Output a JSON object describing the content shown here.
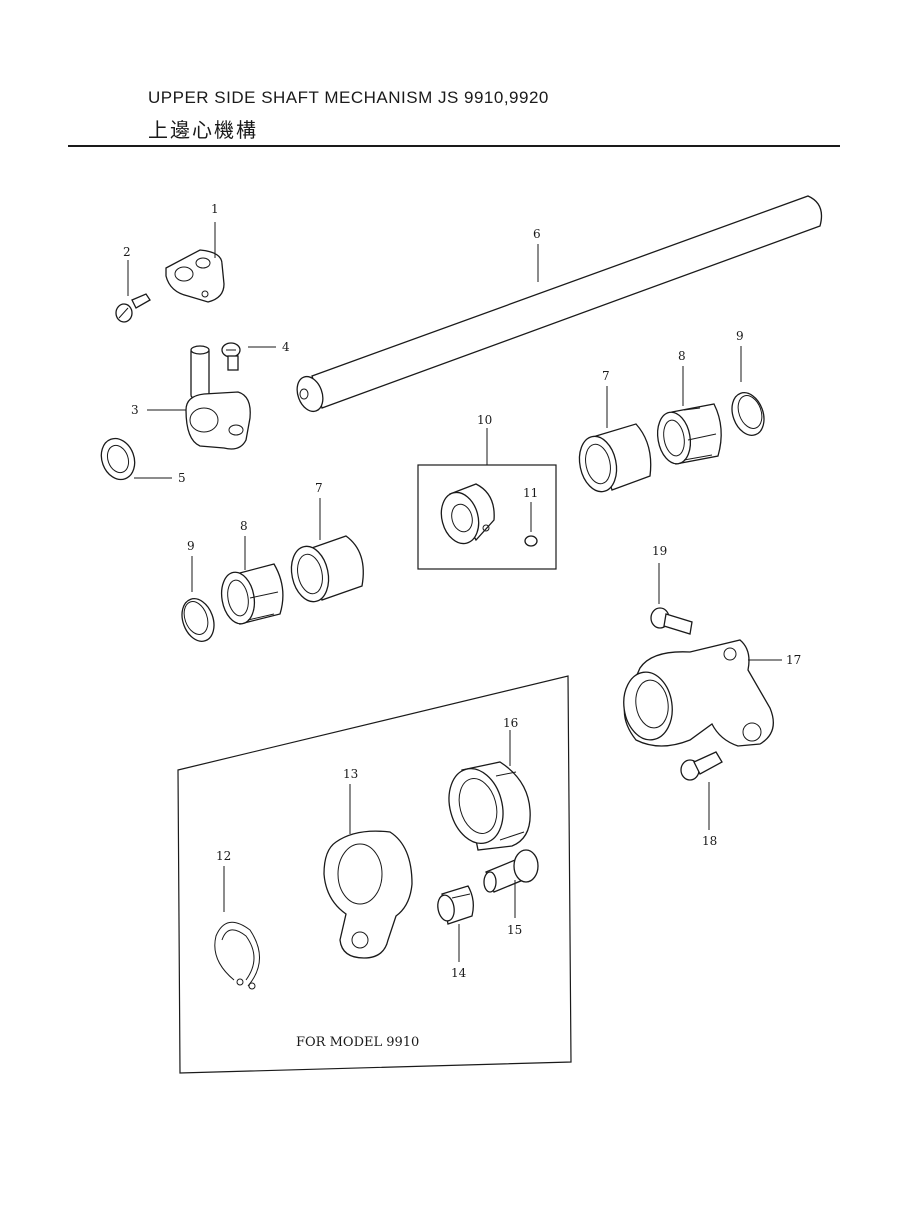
{
  "header": {
    "title_en": "UPPER SIDE SHAFT MECHANISM JS 9910,9920",
    "title_zh": "上邊心機構"
  },
  "callouts": {
    "p1": "1",
    "p2": "2",
    "p3": "3",
    "p4": "4",
    "p5": "5",
    "p6": "6",
    "p7a": "7",
    "p7b": "7",
    "p8a": "8",
    "p8b": "8",
    "p9a": "9",
    "p9b": "9",
    "p10": "10",
    "p11": "11",
    "p12": "12",
    "p13": "13",
    "p14": "14",
    "p15": "15",
    "p16": "16",
    "p17": "17",
    "p18": "18",
    "p19": "19"
  },
  "model_note": "FOR MODEL 9910"
}
